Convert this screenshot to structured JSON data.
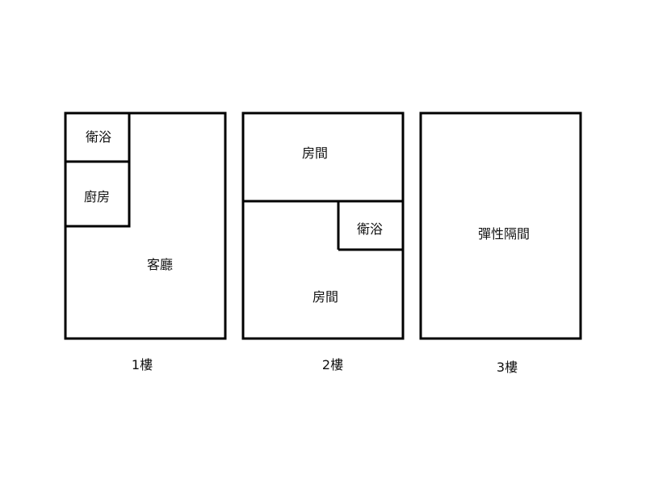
{
  "floors": [
    {
      "label": "1樓",
      "rooms": {
        "bathroom": "衛浴",
        "kitchen": "廚房",
        "living_room": "客廳"
      }
    },
    {
      "label": "2樓",
      "rooms": {
        "room_top": "房間",
        "bathroom": "衛浴",
        "room_bottom": "房間"
      }
    },
    {
      "label": "3樓",
      "rooms": {
        "flexible_partition": "彈性隔間"
      }
    }
  ],
  "colors": {
    "wall": "#000000",
    "background": "#ffffff",
    "text": "#111111"
  }
}
